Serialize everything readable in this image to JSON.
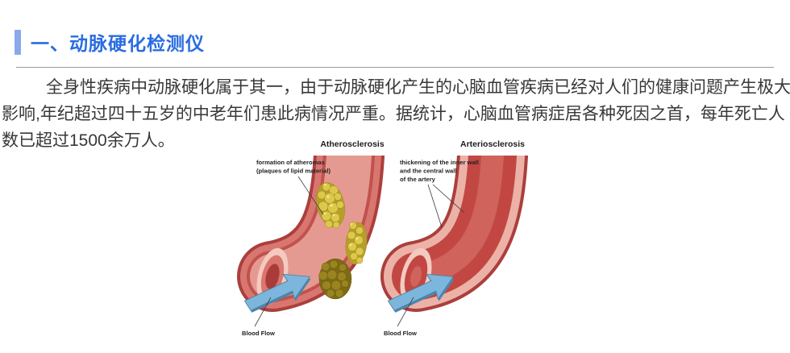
{
  "page": {
    "background": "#ffffff"
  },
  "header": {
    "title": "一、动脉硬化检测仪",
    "accent_color": "#2a6ce2",
    "bar_color": "#8ba8ea"
  },
  "article": {
    "text_color": "#383838",
    "lines": [
      "全身性疾病中动脉硬化属于其一，由于动脉硬化产生的心脑血管疾病已经对人们的健康问题产生极大",
      "影响,年纪超过四十五岁的中老年们患此病情况严重。据统计，心脑血管病症居各种死因之首，每年死亡人",
      "数已超过1500余万人。"
    ]
  },
  "figure": {
    "left_panel": {
      "title": "Atherosclerosis",
      "annotation_lines": [
        "formation of atheromas",
        "(plaques of lipid material)"
      ],
      "flow_label": "Blood Flow"
    },
    "right_panel": {
      "title": "Arteriosclerosis",
      "annotation_lines": [
        "thickening of the inner wall",
        "and the central wall",
        "of the artery"
      ],
      "flow_label": "Blood Flow"
    },
    "colors": {
      "artery_wall": "#d9766f",
      "artery_dark_rim": "#ab3f3d",
      "lumen_pink": "#e59a91",
      "thickened_wall": "#c24743",
      "plaque_yellow": "#d8c640",
      "plaque_dark": "#8a7318",
      "arrow_blue": "#7db6dc"
    }
  }
}
